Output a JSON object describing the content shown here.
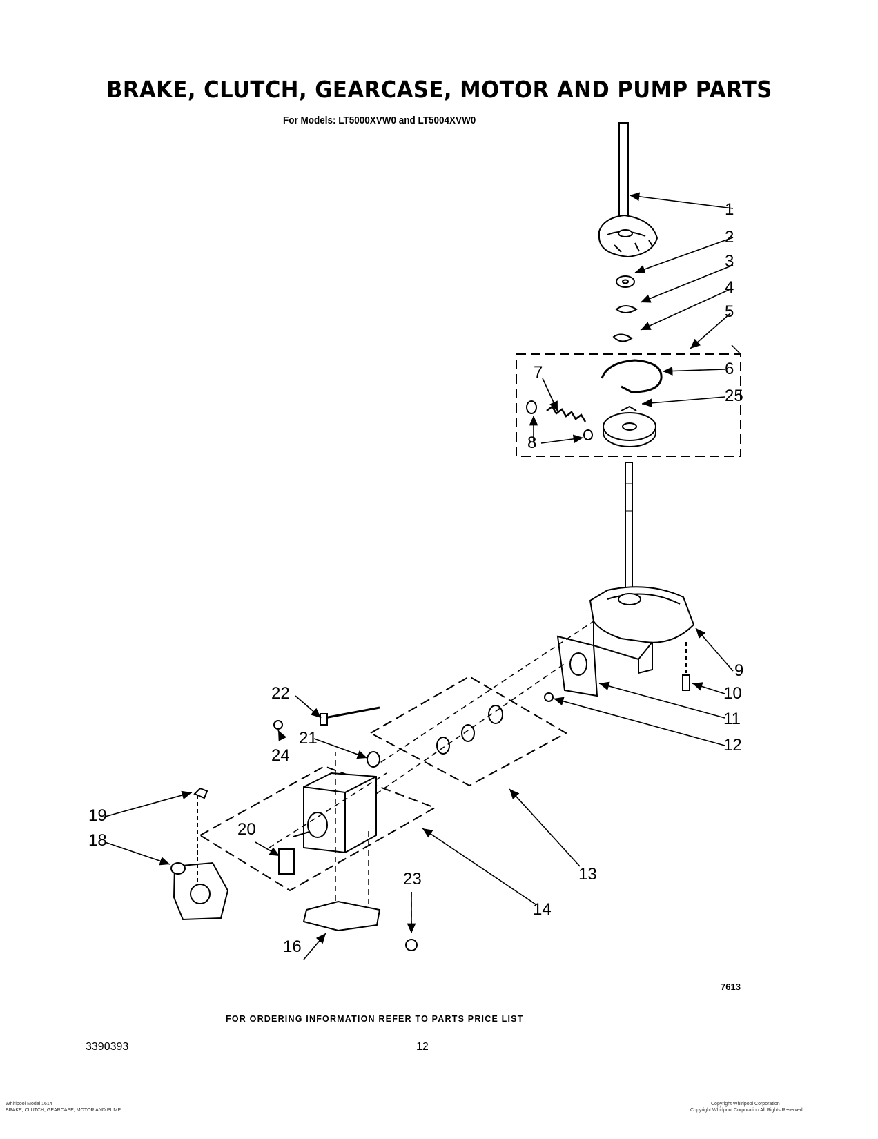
{
  "title": "BRAKE, CLUTCH, GEARCASE, MOTOR AND PUMP PARTS",
  "subtitle": "For Models: LT5000XVW0 and LT5004XVW0",
  "callouts": [
    "1",
    "2",
    "3",
    "4",
    "5",
    "6",
    "7",
    "8",
    "9",
    "10",
    "11",
    "12",
    "13",
    "14",
    "16",
    "18",
    "19",
    "20",
    "21",
    "22",
    "23",
    "24",
    "25"
  ],
  "figure_ref": "7613",
  "ordering_note": "FOR ORDERING INFORMATION REFER TO PARTS PRICE LIST",
  "doc_number": "3390393",
  "page_number": "12",
  "footer_left": [
    "Whirlpool Model 1614",
    "BRAKE, CLUTCH, GEARCASE, MOTOR AND PUMP"
  ],
  "footer_right": [
    "Copyright Whirlpool Corporation",
    "Copyright Whirlpool Corporation All Rights Reserved"
  ]
}
